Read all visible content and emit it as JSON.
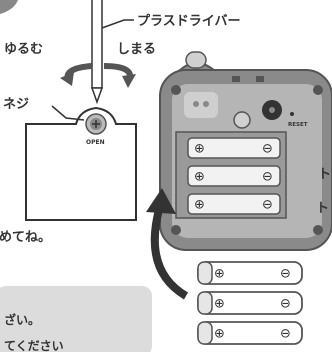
{
  "labels": {
    "driver": "プラスドライバー",
    "loosen": "ゆるむ",
    "tighten": "しまる",
    "screw": "ネジ",
    "open": "OPEN",
    "reset": "RESET",
    "trailing_1": "ト",
    "trailing_2": "ト",
    "note": "めてね。",
    "box_line_1": "ざい。",
    "box_line_2": "てください"
  },
  "battery": {
    "plus_symbol": "⊕",
    "minus_symbol": "⊖"
  },
  "colors": {
    "ink": "#333333",
    "device_gray": "#8a8a8a",
    "light_gray": "#d9d9d9",
    "info_box": "#dcdcdc"
  }
}
